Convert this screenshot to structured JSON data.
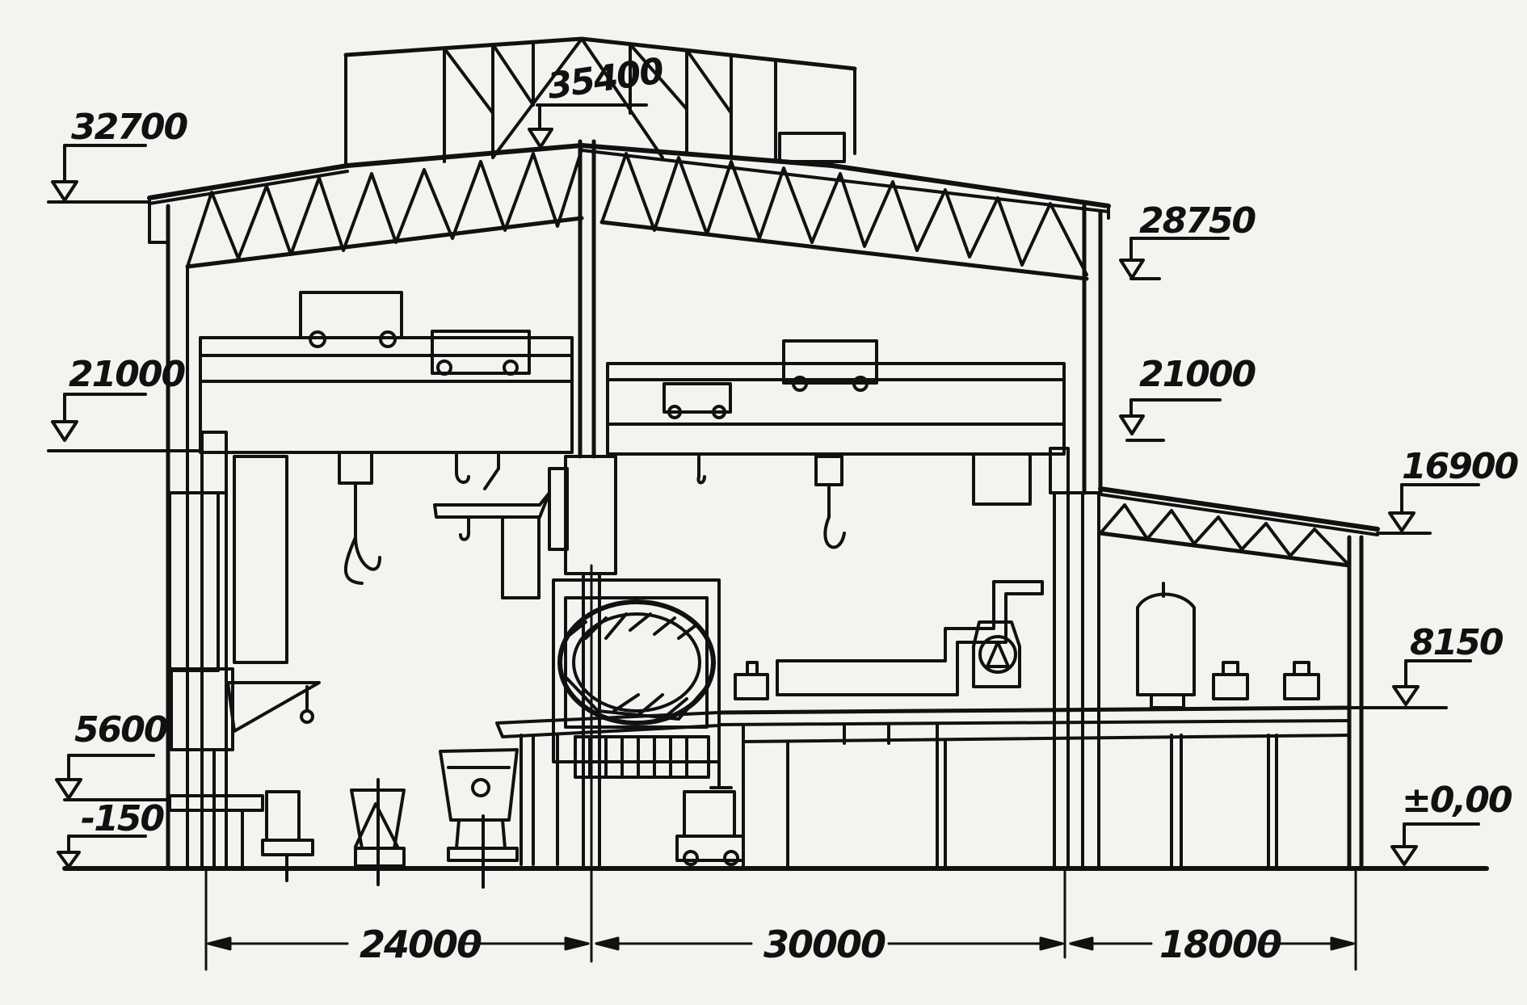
{
  "elevations": {
    "el_32700": "32700",
    "el_35400": "35400",
    "el_28750": "28750",
    "el_21000_left": "21000",
    "el_21000_right": "21000",
    "el_16900": "16900",
    "el_8150": "8150",
    "el_5600": "5600",
    "el_minus150": "-150",
    "el_zero": "±0,00"
  },
  "spans": {
    "span_left": "24000",
    "span_middle": "30000",
    "span_right": "18000"
  },
  "colors": {
    "ink": "#111111",
    "paper": "#f4f3ef"
  }
}
